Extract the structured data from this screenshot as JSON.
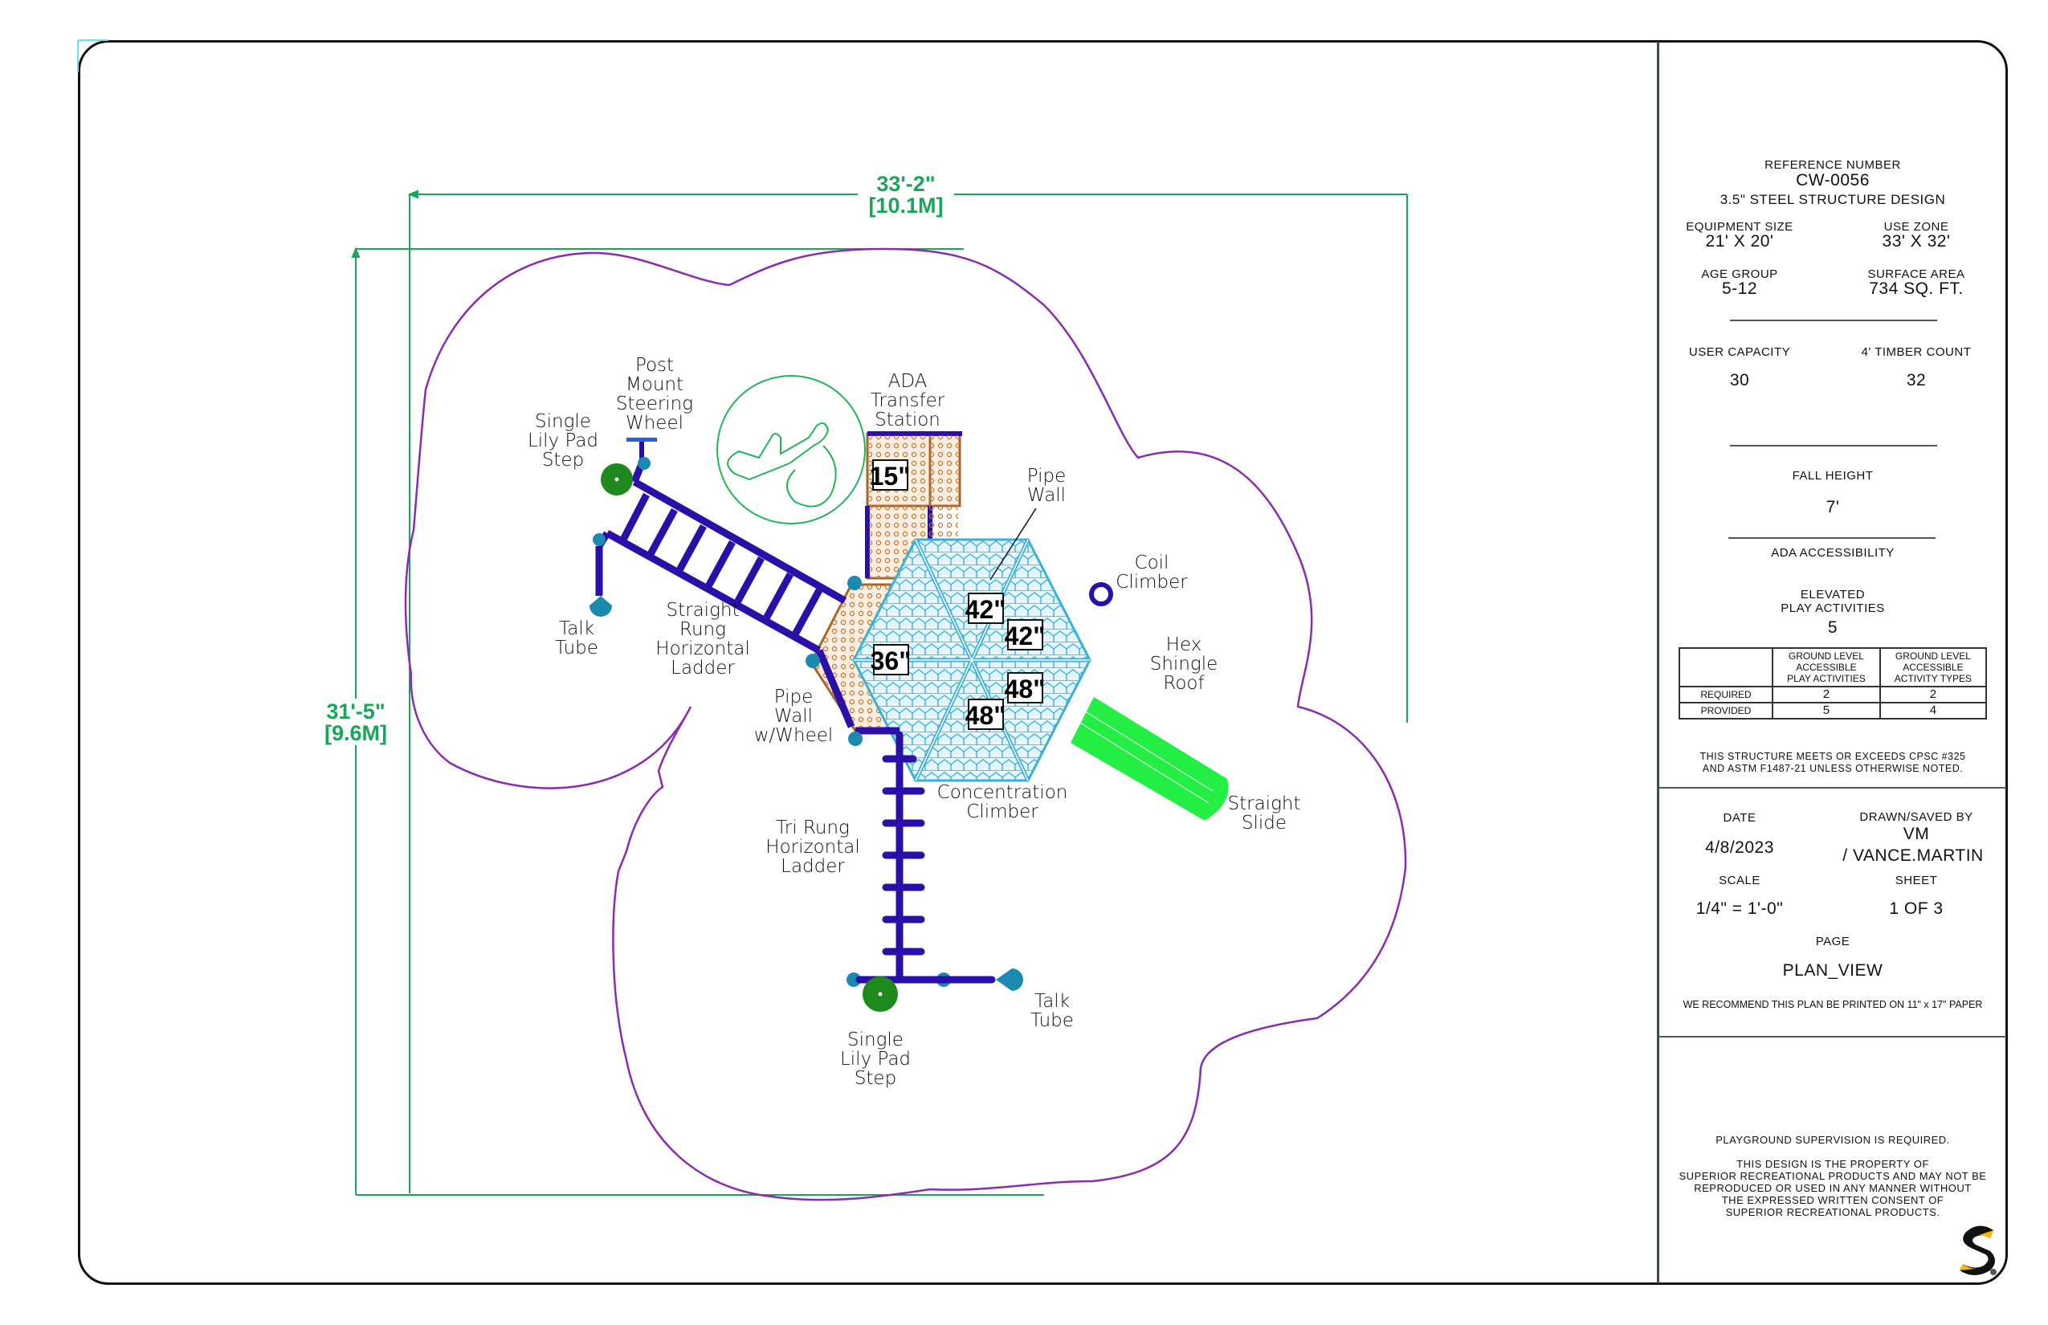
{
  "drawing": {
    "dimensions": {
      "width_imperial": "33'-2\"",
      "width_metric": "[10.1M]",
      "height_imperial": "31'-5\"",
      "height_metric": "[9.6M]"
    },
    "labels": {
      "post_mount_steering_wheel": [
        "Post",
        "Mount",
        "Steering",
        "Wheel"
      ],
      "single_lily_pad_step_top": [
        "Single",
        "Lily Pad",
        "Step"
      ],
      "ada_transfer_station": [
        "ADA",
        "Transfer",
        "Station"
      ],
      "pipe_wall": [
        "Pipe",
        "Wall"
      ],
      "coil_climber": [
        "Coil",
        "Climber"
      ],
      "hex_shingle_roof": [
        "Hex",
        "Shingle",
        "Roof"
      ],
      "talk_tube_left": [
        "Talk",
        "Tube"
      ],
      "straight_rung_horizontal_ladder": [
        "Straight",
        "Rung",
        "Horizontal",
        "Ladder"
      ],
      "pipe_wall_w_wheel": [
        "Pipe",
        "Wall",
        "w/Wheel"
      ],
      "concentration_climber": [
        "Concentration",
        "Climber"
      ],
      "straight_slide": [
        "Straight",
        "Slide"
      ],
      "tri_rung_horizontal_ladder": [
        "Tri Rung",
        "Horizontal",
        "Ladder"
      ],
      "talk_tube_bottom": [
        "Talk",
        "Tube"
      ],
      "single_lily_pad_step_bottom": [
        "Single",
        "Lily Pad",
        "Step"
      ]
    },
    "deck_heights": [
      "15\"",
      "36\"",
      "42\"",
      "42\"",
      "48\"",
      "48\""
    ],
    "colors": {
      "use_zone": "#8a2bb0",
      "dimension": "#1aa55a",
      "posts": "#2a0fa8",
      "roof": "#3ab0d8",
      "slide": "#22ee44",
      "deck": "#a8652a",
      "lily_pad": "#1e8a1e",
      "ada_symbol": "#22b45a"
    }
  },
  "title_block": {
    "reference_label": "REFERENCE NUMBER",
    "reference_number": "CW-0056",
    "structure_design": "3.5\" STEEL STRUCTURE DESIGN",
    "equipment_size_label": "EQUIPMENT SIZE",
    "equipment_size": "21' X 20'",
    "use_zone_label": "USE ZONE",
    "use_zone": "33' X 32'",
    "age_group_label": "AGE GROUP",
    "age_group": "5-12",
    "surface_area_label": "SURFACE AREA",
    "surface_area": "734 SQ. FT.",
    "user_capacity_label": "USER CAPACITY",
    "user_capacity": "30",
    "timber_count_label": "4' TIMBER COUNT",
    "timber_count": "32",
    "fall_height_label": "FALL HEIGHT",
    "fall_height": "7'",
    "ada_label": "ADA ACCESSIBILITY",
    "elevated_label_1": "ELEVATED",
    "elevated_label_2": "PLAY ACTIVITIES",
    "elevated_value": "5",
    "ada_table": {
      "headers": [
        "",
        "GROUND LEVEL ACCESSIBLE PLAY ACTIVITIES",
        "GROUND LEVEL ACCESSIBLE ACTIVITY TYPES"
      ],
      "header_lines": [
        [
          "GROUND LEVEL",
          "ACCESSIBLE",
          "PLAY ACTIVITIES"
        ],
        [
          "GROUND LEVEL",
          "ACCESSIBLE",
          "ACTIVITY TYPES"
        ]
      ],
      "rows": [
        {
          "label": "REQUIRED",
          "play_activities": "2",
          "activity_types": "2"
        },
        {
          "label": "PROVIDED",
          "play_activities": "5",
          "activity_types": "4"
        }
      ]
    },
    "compliance_1": "THIS STRUCTURE MEETS OR EXCEEDS CPSC #325",
    "compliance_2": "AND ASTM F1487-21 UNLESS OTHERWISE NOTED.",
    "date_label": "DATE",
    "date": "4/8/2023",
    "drawn_label": "DRAWN/SAVED BY",
    "drawn_initials": "VM",
    "drawn_name": "/ VANCE.MARTIN",
    "scale_label": "SCALE",
    "scale": "1/4\" = 1'-0\"",
    "sheet_label": "SHEET",
    "sheet": "1 OF 3",
    "page_label": "PAGE",
    "page": "PLAN_VIEW",
    "print_note": "WE RECOMMEND THIS PLAN BE PRINTED ON 11\" x 17\" PAPER",
    "supervision": "PLAYGROUND SUPERVISION IS REQUIRED.",
    "property_lines": [
      "THIS DESIGN IS THE PROPERTY OF",
      "SUPERIOR RECREATIONAL PRODUCTS AND MAY NOT BE",
      "REPRODUCED OR USED IN ANY MANNER WITHOUT",
      "THE EXPRESSED WRITTEN CONSENT OF",
      "SUPERIOR RECREATIONAL PRODUCTS."
    ],
    "logo": {
      "letter": "S",
      "primary": "#111111",
      "accent": "#f5b800"
    }
  }
}
